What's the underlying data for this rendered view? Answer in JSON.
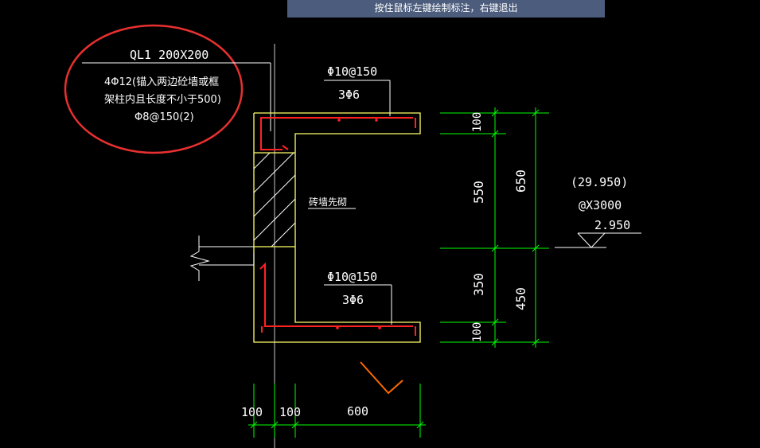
{
  "status": {
    "prompt": "按住鼠标左键绘制标注，右键退出"
  },
  "annotation": {
    "beam_label": "QL1 200X200",
    "rebar_main_line1": "4Φ12(锚入两边砼墙或框",
    "rebar_main_line2": "架柱内且长度不小于500)",
    "stirrup": "Φ8@150(2)"
  },
  "top_slab": {
    "rebar": "Φ10@150",
    "dist_bar": "3Φ6"
  },
  "bottom_slab": {
    "rebar": "Φ10@150",
    "dist_bar": "3Φ6"
  },
  "wall_note": "砖墙先砌",
  "vertical_dims": {
    "inner": [
      "100",
      "550",
      "350",
      "100"
    ],
    "outer": [
      "650",
      "450"
    ]
  },
  "horizontal_dims": [
    "100",
    "100",
    "600"
  ],
  "elevation": {
    "line1": "(29.950)",
    "line2": "@X3000",
    "value": "2.950"
  },
  "colors": {
    "background": "#000000",
    "outline": "#ffff66",
    "rebar": "#ff2222",
    "dimension": "#00ff00",
    "text": "#ffffff",
    "highlight_circle": "#e83030",
    "status_bar": "#4b5c7c"
  }
}
